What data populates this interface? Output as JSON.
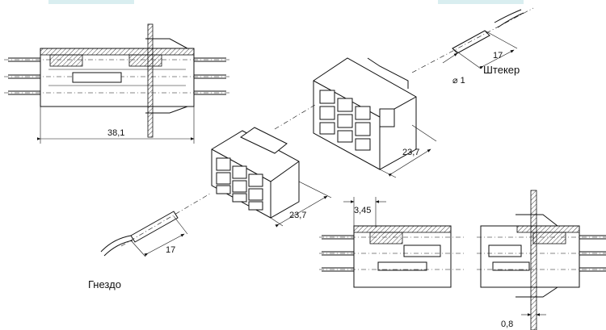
{
  "dimensions": {
    "length_overall": "38,1",
    "housing_width_plug": "23,7",
    "housing_width_socket": "23,7",
    "pin_length_plug": "17",
    "pin_length_socket": "17",
    "pin_diameter": "⌀ 1",
    "offset": "3,45",
    "panel_thickness": "0,8"
  },
  "labels": {
    "plug": "Штекер",
    "socket": "Гнездо"
  },
  "colors": {
    "line": "#111111",
    "tab_accent": "#d9eef0"
  }
}
